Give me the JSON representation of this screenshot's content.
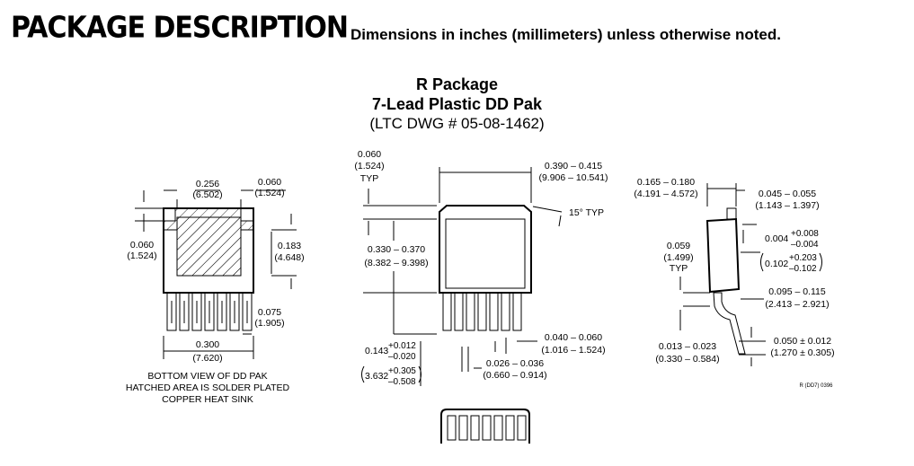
{
  "header": {
    "title": "PACKAGE DESCRIPTION",
    "subtitle": "Dimensions in inches (millimeters) unless otherwise noted."
  },
  "package": {
    "name": "R Package",
    "type": "7-Lead Plastic DD Pak",
    "drawing_number": "(LTC DWG # 05-08-1462)"
  },
  "bottom_view": {
    "dim_width_in": "0.256",
    "dim_width_mm": "(6.502)",
    "dim_tab_in": "0.060",
    "dim_tab_mm": "(1.524)",
    "dim_left_in": "0.060",
    "dim_left_mm": "(1.524)",
    "dim_right_in": "0.183",
    "dim_right_mm": "(4.648)",
    "dim_lead_in": "0.075",
    "dim_lead_mm": "(1.905)",
    "dim_span_in": "0.300",
    "dim_span_mm": "(7.620)",
    "caption_1": "BOTTOM VIEW OF DD PAK",
    "caption_2": "HATCHED AREA IS SOLDER PLATED",
    "caption_3": "COPPER HEAT SINK"
  },
  "front_view": {
    "dim_top_in": "0.060",
    "dim_top_mm": "(1.524)",
    "dim_top_typ": "TYP",
    "dim_width_in": "0.390 – 0.415",
    "dim_width_mm": "(9.906 – 10.541)",
    "angle": "15° TYP",
    "dim_height_in": "0.330 – 0.370",
    "dim_height_mm": "(8.382 – 9.398)",
    "dim_pitch_in": "0.040 – 0.060",
    "dim_pitch_mm": "(1.016 – 1.524)",
    "dim_lead_in": "0.026 – 0.036",
    "dim_lead_mm": "(0.660 – 0.914)",
    "dim_base_in": "0.143",
    "dim_base_in_plus": "+0.012",
    "dim_base_in_minus": "–0.020",
    "dim_base_mm": "3.632",
    "dim_base_mm_plus": "+0.305",
    "dim_base_mm_minus": "–0.508"
  },
  "side_view": {
    "dim_height_in": "0.165 – 0.180",
    "dim_height_mm": "(4.191 – 4.572)",
    "dim_tab_in": "0.045 – 0.055",
    "dim_tab_mm": "(1.143 – 1.397)",
    "dim_stand_in": "0.004",
    "dim_stand_in_plus": "+0.008",
    "dim_stand_in_minus": "–0.004",
    "dim_stand_mm": "0.102",
    "dim_stand_mm_plus": "+0.203",
    "dim_stand_mm_minus": "–0.102",
    "dim_lead_in": "0.059",
    "dim_lead_mm": "(1.499)",
    "dim_lead_typ": "TYP",
    "dim_bend_in": "0.095 – 0.115",
    "dim_bend_mm": "(2.413 – 2.921)",
    "dim_foot_in": "0.050 ± 0.012",
    "dim_foot_mm": "(1.270 ± 0.305)",
    "dim_thick_in": "0.013 – 0.023",
    "dim_thick_mm": "(0.330 – 0.584)",
    "revision": "R (DD7) 0396"
  }
}
